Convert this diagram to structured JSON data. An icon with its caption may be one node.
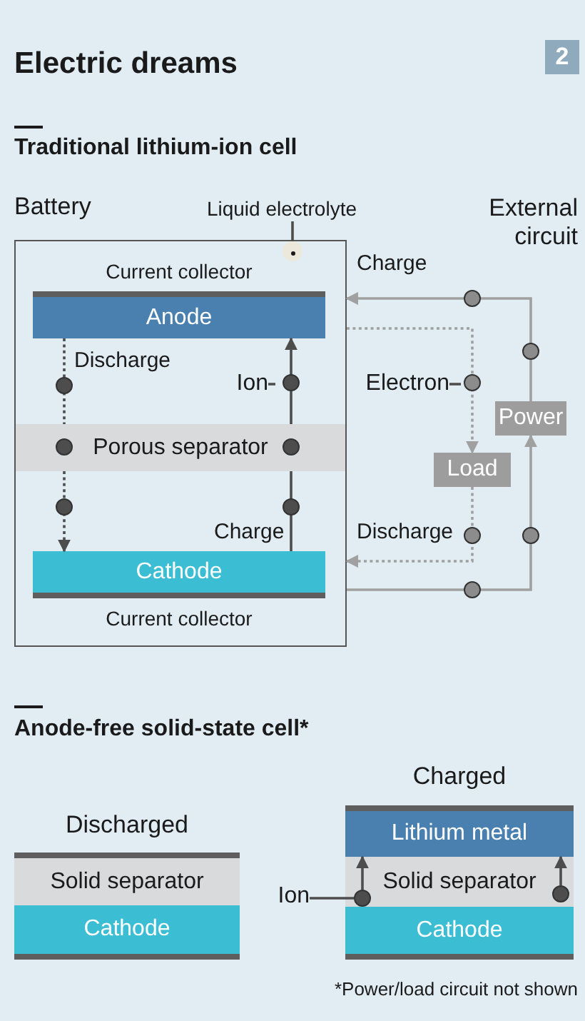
{
  "diagram": {
    "title": "Electric dreams",
    "nodes": [
      {
        "text": [
          "Battery"
        ]
      },
      {
        "text": [
          "Anode"
        ],
        "in": 0,
        "beside": [
          "Current collector"
        ]
      },
      {
        "text": [
          "Porous separator"
        ],
        "in": 0
      },
      {
        "text": [
          "Cathode"
        ],
        "in": 0,
        "beside": [
          "Current collector"
        ]
      },
      {
        "text": [
          "Power"
        ]
      },
      {
        "text": [
          "Load"
        ]
      },
      {
        "text": [
          "Liquid electrolyte"
        ]
      },
      {
        "text": [],
        "shape": "circle",
        "in": 0
      },
      {
        "text": [
          "Ion"
        ],
        "in": 0
      },
      {
        "text": [
          "Electron"
        ]
      },
      {
        "text": [
          "Solid separator"
        ]
      },
      {
        "text": [
          "Cathode"
        ]
      },
      {
        "text": [
          "Lithium metal"
        ]
      },
      {
        "text": [
          "Solid separator"
        ]
      },
      {
        "text": [
          "Cathode"
        ]
      },
      {
        "text": [],
        "shape": "circle",
        "in": 13
      },
      {
        "text": [],
        "shape": "circle",
        "in": 13
      },
      {
        "text": [
          "Ion"
        ]
      }
    ],
    "edges": [
      {
        "from": 4,
        "to": 0,
        "arrow": "to",
        "label": "Charge",
        "color": "#a0a0a0"
      },
      {
        "from": 0,
        "to": 4,
        "arrow": "to",
        "color": "#a0a0a0"
      },
      {
        "from": 0,
        "to": 5,
        "arrow": "to",
        "style": "dashed",
        "color": "#a0a0a0"
      },
      {
        "from": 5,
        "to": 0,
        "arrow": "to",
        "style": "dashed",
        "label": "Discharge",
        "color": "#a0a0a0"
      },
      {
        "from": 1,
        "to": 2,
        "arrow": "none",
        "style": "dashed",
        "label": "Discharge"
      },
      {
        "from": 2,
        "to": 3,
        "arrow": "to",
        "style": "dashed"
      },
      {
        "from": 3,
        "to": 2,
        "arrow": "none",
        "label": "Charge"
      },
      {
        "from": 2,
        "to": 1,
        "arrow": "to"
      },
      {
        "from": 6,
        "to": 7,
        "arrow": "none"
      },
      {
        "from": 8,
        "to": null,
        "arrow": "none"
      },
      {
        "from": 9,
        "to": null,
        "arrow": "none"
      },
      {
        "from": 15,
        "to": 12,
        "arrow": "to"
      },
      {
        "from": 16,
        "to": 12,
        "arrow": "to"
      },
      {
        "from": 17,
        "to": 15,
        "arrow": "none"
      }
    ],
    "labels": [
      "2",
      "Traditional lithium-ion cell",
      "External circuit",
      "Anode-free solid-state cell*",
      "Charged",
      "Discharged",
      "*Power/load circuit not shown"
    ]
  }
}
